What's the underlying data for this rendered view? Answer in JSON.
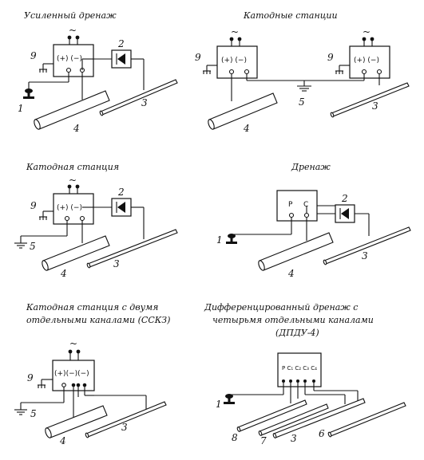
{
  "panels": {
    "reinforced_drainage": {
      "title": "Усиленный дренаж",
      "pm_label": "(+) (−)",
      "ac_symbol": "~",
      "labels": {
        "n9": "9",
        "n2": "2",
        "n1": "1",
        "n4": "4",
        "n3": "3"
      }
    },
    "cathodic_stations": {
      "title": "Катодные станции",
      "pm_label": "(+) (−)",
      "ac_symbol": "~",
      "labels": {
        "n9a": "9",
        "n9b": "9",
        "n4": "4",
        "n5": "5",
        "n3": "3"
      }
    },
    "cathodic_station": {
      "title": "Катодная станция",
      "pm_label": "(+) (−)",
      "ac_symbol": "~",
      "labels": {
        "n9": "9",
        "n2": "2",
        "n5": "5",
        "n4": "4",
        "n3": "3"
      }
    },
    "drainage": {
      "title": "Дренаж",
      "term_p": "Р",
      "term_c": "С",
      "labels": {
        "n2": "2",
        "n1": "1",
        "n4": "4",
        "n3": "3"
      }
    },
    "sskz": {
      "title_line1": "Катодная станция с двумя",
      "title_line2": "отдельными каналами (ССКЗ)",
      "pm_label": "(+)(−)(−)",
      "ac_symbol": "~",
      "labels": {
        "n9": "9",
        "n5": "5",
        "n4": "4",
        "n3": "3"
      }
    },
    "dpdu": {
      "title_line1": "Дифференцированный дренаж с",
      "title_line2": "четырьмя отдельными каналами",
      "title_line3": "(ДПДУ-4)",
      "terminals": "Р С₁ С₂ С₃ С₄",
      "labels": {
        "n1": "1",
        "n8": "8",
        "n7": "7",
        "n3": "3",
        "n6": "6"
      }
    }
  }
}
